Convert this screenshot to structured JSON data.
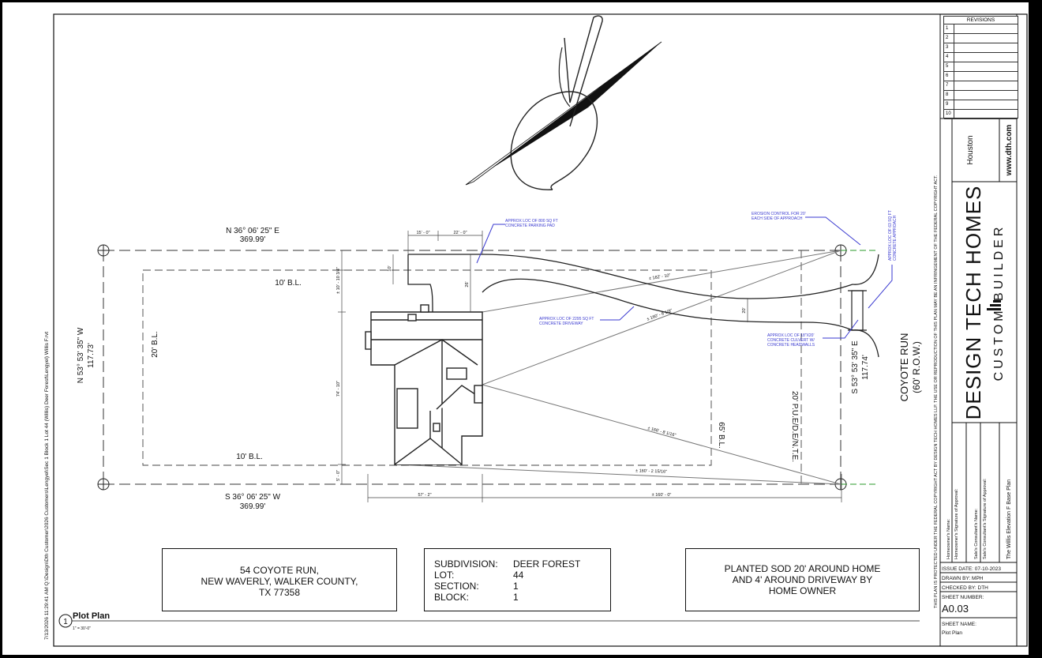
{
  "side_stamp": "7/13/2026 11:29:41 AM    Q:\\Design\\Dth Customer\\2026 Customers\\Lengyel\\Sec 1 Block 1 Lot 44 (Willis) Deer Forest\\Lengyel) Willis F.rvt",
  "plan": {
    "bearing_top": "N 36° 06' 25\" E",
    "dist_top": "369.99'",
    "bearing_bottom": "S 36° 06' 25\" W",
    "dist_bottom": "369.99'",
    "bearing_left": "N 53° 53' 35\" W",
    "dist_left": "117.73'",
    "bearing_right": "S 53° 53' 35\" E",
    "dist_right": "117.74'",
    "bl_top": "10' B.L.",
    "bl_bottom": "10' B.L.",
    "bl_left": "20' B.L.",
    "bl_right": "65' B.L.",
    "easement": "20' P.U.E/D.E/N.T.E.",
    "street": "COYOTE RUN",
    "row": "(60' R.O.W.)",
    "dim_15": "15' - 0\"",
    "dim_22": "22' - 0\"",
    "dim_57": "57' - 2\"",
    "dim_160": "± 160' - 0\"",
    "dim_10a": "± 10' - 10 3/4\"",
    "dim_10b": "10'",
    "dim_26": "26'",
    "dim_20": "20'",
    "dim_74": "74' - 10\"",
    "dim_5": "5' - 0\"",
    "dim_diag1": "± 162' - 10\"",
    "dim_diag2": "± 160' - 8 1/8\"",
    "dim_diag3": "± 166' - 8 1/16\"",
    "dim_diag4": "± 160' - 2 15/16\"",
    "note_parking": "APPROX LOC OF 800 SQ FT CONCRETE PARKING PAD",
    "note_driveway": "APPROX LOC OF 2295 SQ FT CONCRETE DRIVEWAY",
    "note_erosion": "EROSION CONTROL FOR 20' EACH SIDE OF APPROACH",
    "note_approach": "APPROX LOC OF 63 SQ FT CONCRETE APPROACH",
    "note_culvert": "APPROX LOC OF 18\"X20' CONCRETE CULVERT W/ CONCRETE HEADWALLS",
    "callout_number": "1",
    "view_title": "Plot Plan",
    "scale": "1\" = 30'-0\""
  },
  "address": {
    "line1": "54 COYOTE RUN,",
    "line2": "NEW WAVERLY, WALKER COUNTY,",
    "line3": "TX 77358"
  },
  "legal": [
    {
      "label": "SUBDIVISION:",
      "value": "DEER FOREST"
    },
    {
      "label": "LOT:",
      "value": "44"
    },
    {
      "label": "SECTION:",
      "value": "1"
    },
    {
      "label": "BLOCK:",
      "value": "1"
    }
  ],
  "sod_note": {
    "line1": "PLANTED SOD 20' AROUND HOME",
    "line2": "AND 4' AROUND DRIVEWAY BY",
    "line3": "HOME OWNER"
  },
  "title_block": {
    "revisions_header": "REVISIONS",
    "revision_rows": [
      "1",
      "2",
      "3",
      "4",
      "5",
      "6",
      "7",
      "8",
      "9",
      "10"
    ],
    "copyright": "THIS PLAN IS PROTECTED UNDER THE FEDERAL COPYRIGHT ACT BY DESIGN TECH HOMES LLP. THE USE OR REPRODUCTION OF THIS PLAN MAY BE AN INFRINGEMENT OF THE FEDERAL COPYRIGHT ACT.",
    "city": "Houston",
    "website": "www.dth.com",
    "company_line1": "DESIGN TECH HOMES",
    "company_line2": "CUSTOM BUILDER",
    "homeowner_name": "Homeowner's Name:",
    "homeowner_sig": "Homeowner's Signature of Approval:",
    "consultant_name": "Sale's Consultant's Name:",
    "consultant_sig": "Sale's Consultant's Signature of Approval:",
    "plan_name": "The Willis Elevation F Base Plan",
    "issue_date": "ISSUE DATE: 07-10-2023",
    "drawn_by": "DRAWN BY: MPH",
    "checked_by": "CHECKED BY: DTH",
    "sheet_number_label": "SHEET NUMBER:",
    "sheet_number": "A0.03",
    "sheet_name_label": "SHEET NAME:",
    "sheet_name": "Plot Plan"
  }
}
